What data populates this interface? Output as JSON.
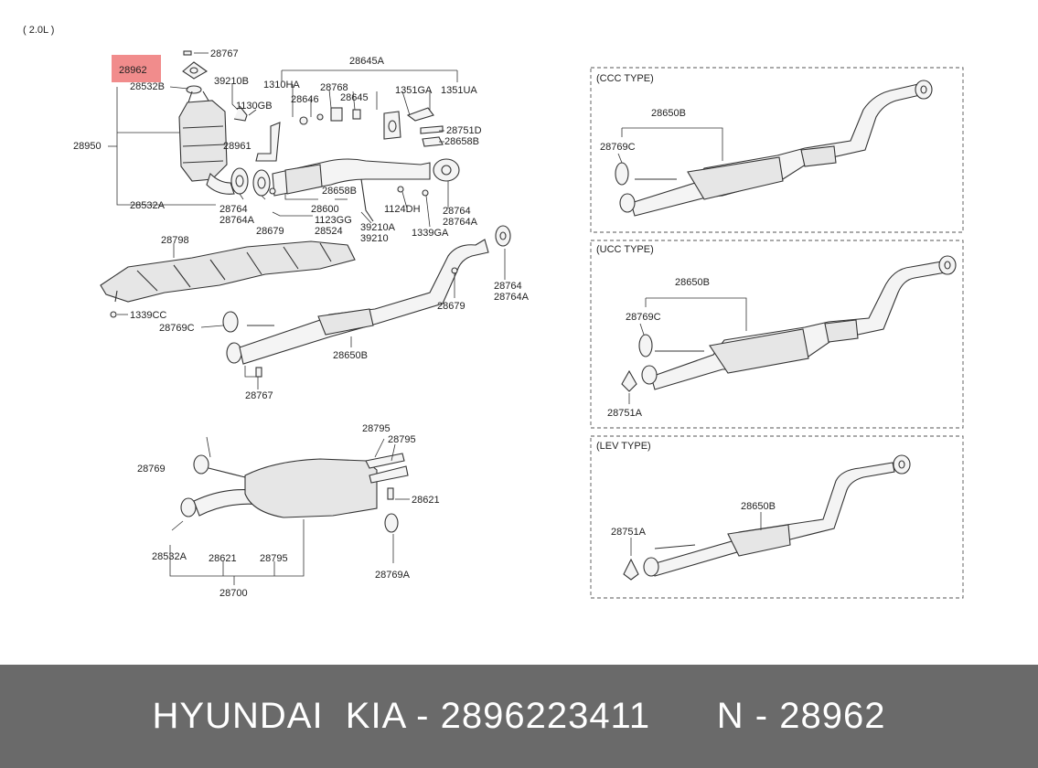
{
  "header": {
    "engine_label": "( 2.0L )"
  },
  "highlight": {
    "part_number": "28962",
    "color": "#f08080"
  },
  "main_diagram": {
    "labels": [
      "28767",
      "28532B",
      "28950",
      "28532A",
      "39210B",
      "1130GB",
      "28961",
      "1310HA",
      "28645A",
      "28646",
      "28768",
      "28645",
      "1351GA",
      "1351UA",
      "28751D",
      "28658B",
      "28764",
      "28764A",
      "28679",
      "28658B",
      "28600",
      "1123GG",
      "28524",
      "39210A",
      "39210",
      "1124DH",
      "1339GA",
      "28764",
      "28764A",
      "28798",
      "1339CC",
      "28769C",
      "28679",
      "28764",
      "28764A",
      "28650B",
      "28767"
    ]
  },
  "muffler_diagram": {
    "labels": [
      "28795",
      "28795",
      "28769",
      "28621",
      "28532A",
      "28621",
      "28795",
      "28769A",
      "28700"
    ]
  },
  "panels": [
    {
      "title": "(CCC TYPE)",
      "labels": [
        "28650B",
        "28769C"
      ]
    },
    {
      "title": "(UCC TYPE)",
      "labels": [
        "28650B",
        "28769C",
        "28751A"
      ]
    },
    {
      "title": "(LEV TYPE)",
      "labels": [
        "28650B",
        "28751A"
      ]
    }
  ],
  "footer": {
    "brand": "HYUNDAI  KIA - 2896223411",
    "ref": "N - 28962",
    "background": "#6a6a6a",
    "text_color": "#ffffff"
  }
}
